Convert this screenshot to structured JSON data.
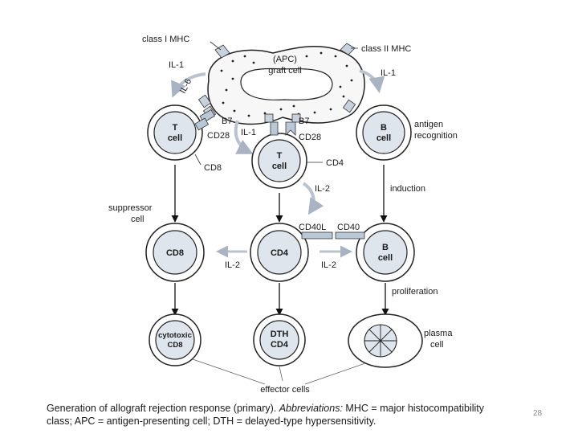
{
  "apc": {
    "line1": "(APC)",
    "line2": "graft cell"
  },
  "mhc": {
    "class1": "class I MHC",
    "class2": "class II MHC"
  },
  "cytokines": {
    "il1_left": "IL-1",
    "il6": "IL-6",
    "il1_right": "IL-1",
    "il1_center": "IL-1",
    "il2_center": "IL-2",
    "il2_left": "IL-2",
    "il2_right": "IL-2"
  },
  "receptors": {
    "b7_left": "B7",
    "cd28_left": "CD28",
    "b7_center": "B7",
    "cd28_center": "CD28",
    "cd40l": "CD40L",
    "cd40": "CD40"
  },
  "cells": {
    "t_left": {
      "line1": "T",
      "line2": "cell"
    },
    "t_center": {
      "line1": "T",
      "line2": "cell"
    },
    "b_top": {
      "line1": "B",
      "line2": "cell"
    },
    "cd8_mid": "CD8",
    "cd4_mid": "CD4",
    "b_mid": {
      "line1": "B",
      "line2": "cell"
    },
    "cytotoxic": {
      "line1": "cytotoxic",
      "line2": "CD8"
    },
    "dth": {
      "line1": "DTH",
      "line2": "CD4"
    }
  },
  "annotations": {
    "cd8_side": "CD8",
    "cd4_side": "CD4",
    "antigen": {
      "line1": "antigen",
      "line2": "recognition"
    },
    "suppressor": {
      "line1": "suppressor",
      "line2": "cell"
    },
    "induction": "induction",
    "proliferation": "proliferation",
    "plasma": {
      "line1": "plasma",
      "line2": "cell"
    },
    "effector": "effector cells"
  },
  "caption": {
    "line1_a": "Generation of allograft rejection response (primary). ",
    "line1_b": "Abbreviations:",
    "line1_c": " MHC = major histocompatibility",
    "line2": "class; APC = antigen-presenting cell; DTH = delayed-type hypersensitivity."
  },
  "page_number": "28",
  "colors": {
    "arrow_light": "#b9c3cf",
    "receptor": "#b9c8d6",
    "cell_fill": "#dfe5ec"
  }
}
